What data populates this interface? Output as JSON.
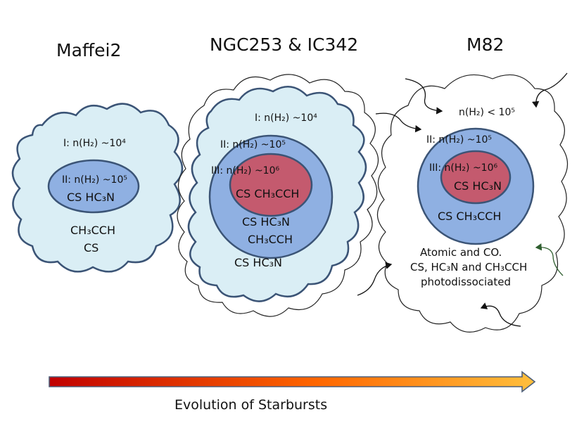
{
  "colors": {
    "region_I": "#daeef5",
    "region_II": "#8fb0e2",
    "region_III": "#c45a6e",
    "outline": "#3b5476",
    "atomic_region": "#ffffff",
    "arrow_start": "#c00000",
    "arrow_mid": "#ff6600",
    "arrow_end": "#ffbf3c"
  },
  "panels": {
    "maffei2": {
      "title": "Maffei2",
      "region_I": "I: n(H₂) ~10⁴",
      "region_II": "II: n(H₂) ~10⁵",
      "core_molecules_1": "CS   HC₃N",
      "outer_molecules_1": "CH₃CCH",
      "outer_molecules_2": "CS"
    },
    "ngc253_ic342": {
      "title": "NGC253 & IC342",
      "region_I": "I: n(H₂) ~10⁴",
      "region_II": "II: n(H₂) ~10⁵",
      "region_III": "III: n(H₂) ~10⁶",
      "core_molecules": "CS  CH₃CCH",
      "mid_molecules_1": "CS      HC₃N",
      "mid_molecules_2": "CH₃CCH",
      "outer_molecules": "CS    HC₃N"
    },
    "m82": {
      "title": "M82",
      "region_I": "n(H₂) < 10⁵",
      "region_II": "II: n(H₂) ~10⁵",
      "region_III": "III: n(H₂) ~10⁶",
      "core_molecules": "CS HC₃N",
      "mid_molecules": "CS    CH₃CCH",
      "atomic_line_1": "Atomic and CO.",
      "atomic_line_2": "CS, HC₃N and CH₃CCH",
      "atomic_line_3": "photodissociated"
    }
  },
  "evolution_arrow": {
    "label": "Evolution of Starbursts"
  }
}
